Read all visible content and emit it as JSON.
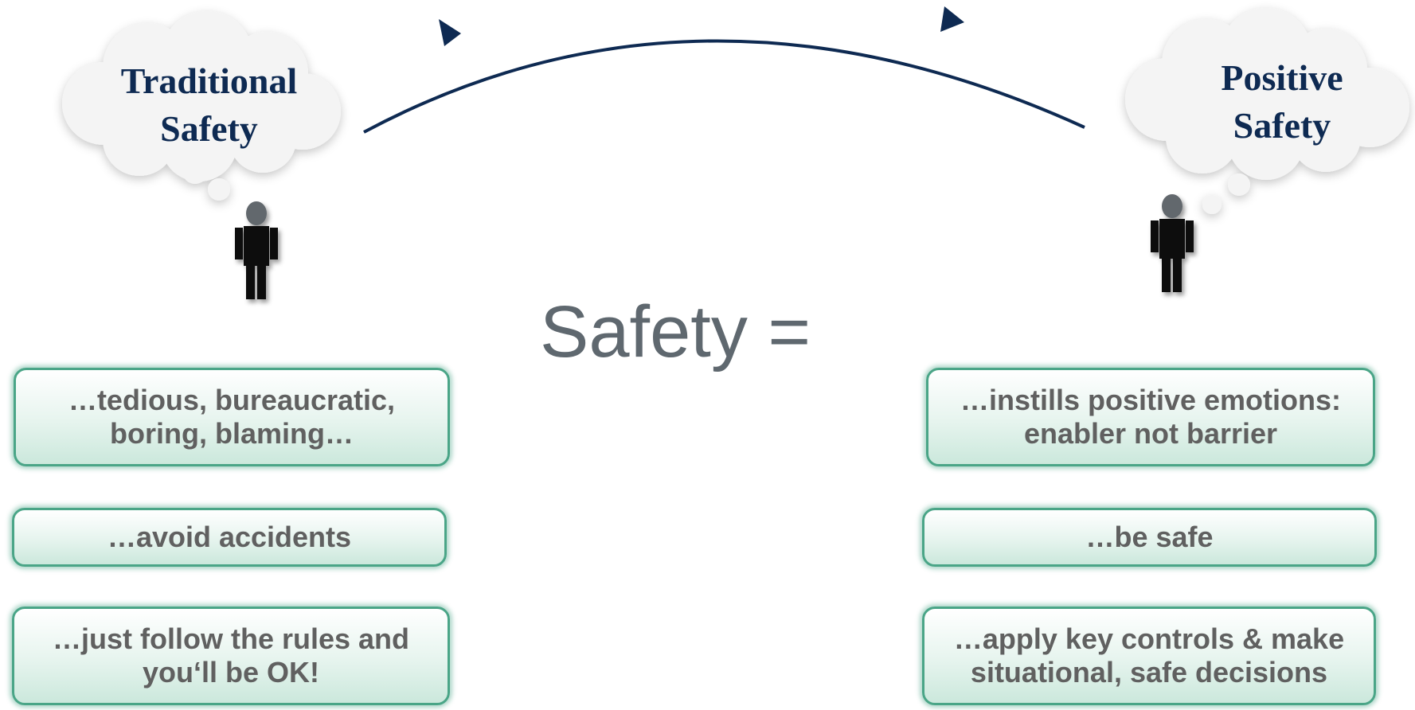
{
  "left_thought": {
    "line1": "Traditional",
    "line2": "Safety"
  },
  "right_thought": {
    "line1": "Positive",
    "line2": "Safety"
  },
  "center_label": "Safety =",
  "left_boxes": [
    {
      "line1": "…tedious, bureaucratic,",
      "line2": "boring, blaming…"
    },
    {
      "line1": "…avoid accidents",
      "line2": ""
    },
    {
      "line1": "…just follow the rules  and",
      "line2": "you‘ll be OK!"
    }
  ],
  "right_boxes": [
    {
      "line1": "…instills positive emotions:",
      "line2": "enabler not barrier"
    },
    {
      "line1": "…be safe",
      "line2": ""
    },
    {
      "line1": "…apply key controls & make",
      "line2": "situational, safe decisions"
    }
  ],
  "colors": {
    "navy": "#0e2a52",
    "box_border": "#4aa587",
    "box_text": "#606060",
    "center_text": "#5f686f"
  },
  "icons": [
    "thought-cloud-icon",
    "person-icon",
    "curved-arrow-icon",
    "arrowhead-icon"
  ]
}
